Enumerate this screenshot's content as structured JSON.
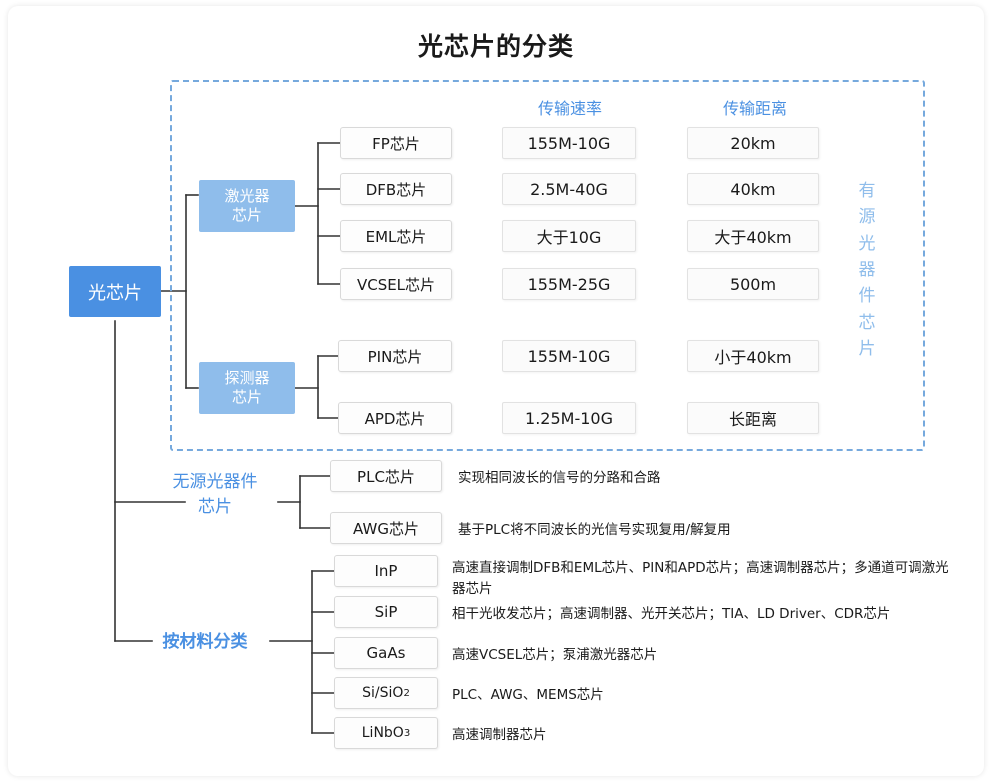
{
  "title": "光芯片的分类",
  "columns": {
    "rate_header": "传输速率",
    "distance_header": "传输距离"
  },
  "root": {
    "label": "光芯片"
  },
  "active_region": {
    "vertical_label": "有源光器件芯片",
    "vertical_chars": [
      "有",
      "源",
      "光",
      "器",
      "件",
      "芯",
      "片"
    ]
  },
  "branches": {
    "laser": {
      "label": "激光器\n芯片",
      "label_line1": "激光器",
      "label_line2": "芯片",
      "items": [
        {
          "name": "FP芯片",
          "rate": "155M-10G",
          "distance": "20km"
        },
        {
          "name": "DFB芯片",
          "rate": "2.5M-40G",
          "distance": "40km"
        },
        {
          "name": "EML芯片",
          "rate": "大于10G",
          "distance": "大于40km"
        },
        {
          "name": "VCSEL芯片",
          "rate": "155M-25G",
          "distance": "500m"
        }
      ]
    },
    "detector": {
      "label_line1": "探测器",
      "label_line2": "芯片",
      "items": [
        {
          "name": "PIN芯片",
          "rate": "155M-10G",
          "distance": "小于40km"
        },
        {
          "name": "APD芯片",
          "rate": "1.25M-10G",
          "distance": "长距离"
        }
      ]
    },
    "passive": {
      "label_line1": "无源光器件",
      "label_line2": "芯片",
      "items": [
        {
          "name": "PLC芯片",
          "desc": "实现相同波长的信号的分路和合路"
        },
        {
          "name": "AWG芯片",
          "desc": "基于PLC将不同波长的光信号实现复用/解复用"
        }
      ]
    },
    "material": {
      "label": "按材料分类",
      "items": [
        {
          "name": "InP",
          "name_sub": "",
          "name_sub_post": "",
          "desc": "高速直接调制DFB和EML芯片、PIN和APD芯片；高速调制器芯片；多通道可调激光器芯片"
        },
        {
          "name": "SiP",
          "name_sub": "",
          "name_sub_post": "",
          "desc": "相干光收发芯片；高速调制器、光开关芯片；TIA、LD Driver、CDR芯片"
        },
        {
          "name": "GaAs",
          "name_sub": "",
          "name_sub_post": "",
          "desc": "高速VCSEL芯片；泵浦激光器芯片"
        },
        {
          "name": "Si/SiO",
          "name_sub": "2",
          "name_sub_post": "",
          "desc": "PLC、AWG、MEMS芯片"
        },
        {
          "name": "LiNbO",
          "name_sub": "3",
          "name_sub_post": "",
          "desc": "高速调制器芯片"
        }
      ]
    }
  },
  "colors": {
    "root_blue": "#4a90e2",
    "category_blue": "#8fbdeb",
    "label_blue": "#4a90e2",
    "dashed_border": "#76a9dd",
    "line": "#333333",
    "box_border": "#d9d9d9"
  }
}
